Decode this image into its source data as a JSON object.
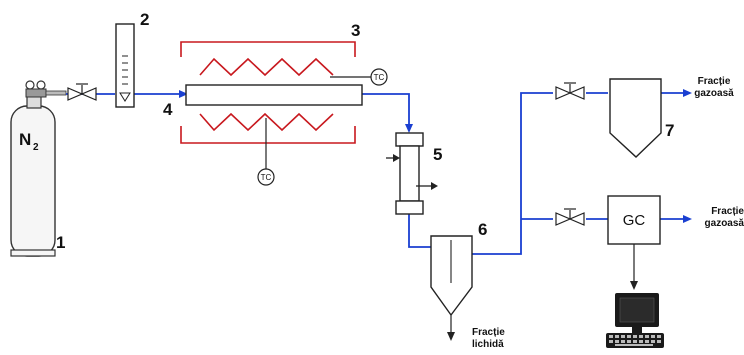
{
  "labels": {
    "n2": "N",
    "n2_sub": "2",
    "tc": "TC",
    "gc": "GC"
  },
  "numbers": [
    "1",
    "2",
    "3",
    "4",
    "5",
    "6",
    "7"
  ],
  "outlets": {
    "gas_top_line1": "Fracție",
    "gas_top_line2": "gazoasă",
    "gas_gc_line1": "Fracție",
    "gas_gc_line2": "gazoasă",
    "liquid_line1": "Fracție",
    "liquid_line2": "lichidă"
  },
  "colors": {
    "flow_line": "#1a3fd1",
    "heater": "#c8181e",
    "outline": "#222222",
    "background": "#e9edef"
  }
}
